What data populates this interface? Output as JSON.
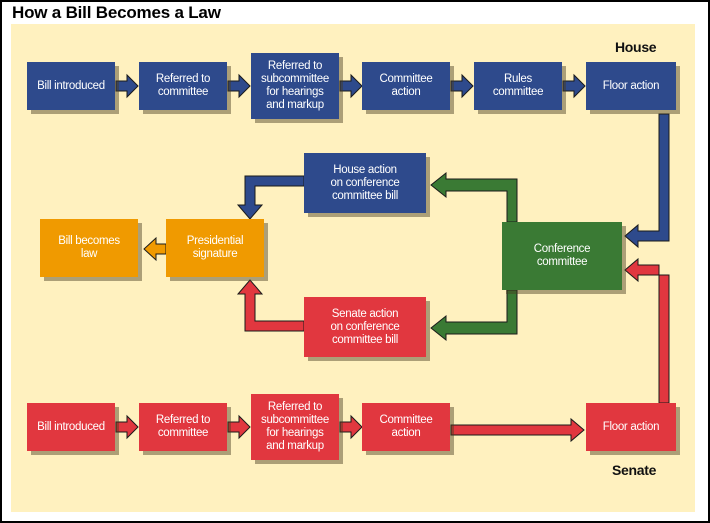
{
  "title": "How a Bill Becomes a Law",
  "labels": {
    "house": "House",
    "senate": "Senate"
  },
  "colors": {
    "house": "#2e4a8c",
    "senate": "#e1373f",
    "conference": "#3a7a34",
    "law": "#f09a00",
    "background": "#fff1bf"
  },
  "house_steps": [
    "Bill introduced",
    "Referred to\ncommittee",
    "Referred to\nsubcommittee\nfor hearings\nand markup",
    "Committee\naction",
    "Rules\ncommittee",
    "Floor action"
  ],
  "senate_steps": [
    "Bill introduced",
    "Referred to\ncommittee",
    "Referred to\nsubcommittee\nfor hearings\nand markup",
    "Committee\naction",
    "Floor action"
  ],
  "conference": "Conference\ncommittee",
  "house_conference_action": "House action\non conference\ncommittee bill",
  "senate_conference_action": "Senate action\non conference\ncommittee bill",
  "presidential_signature": "Presidential\nsignature",
  "bill_becomes_law": "Bill becomes\nlaw"
}
